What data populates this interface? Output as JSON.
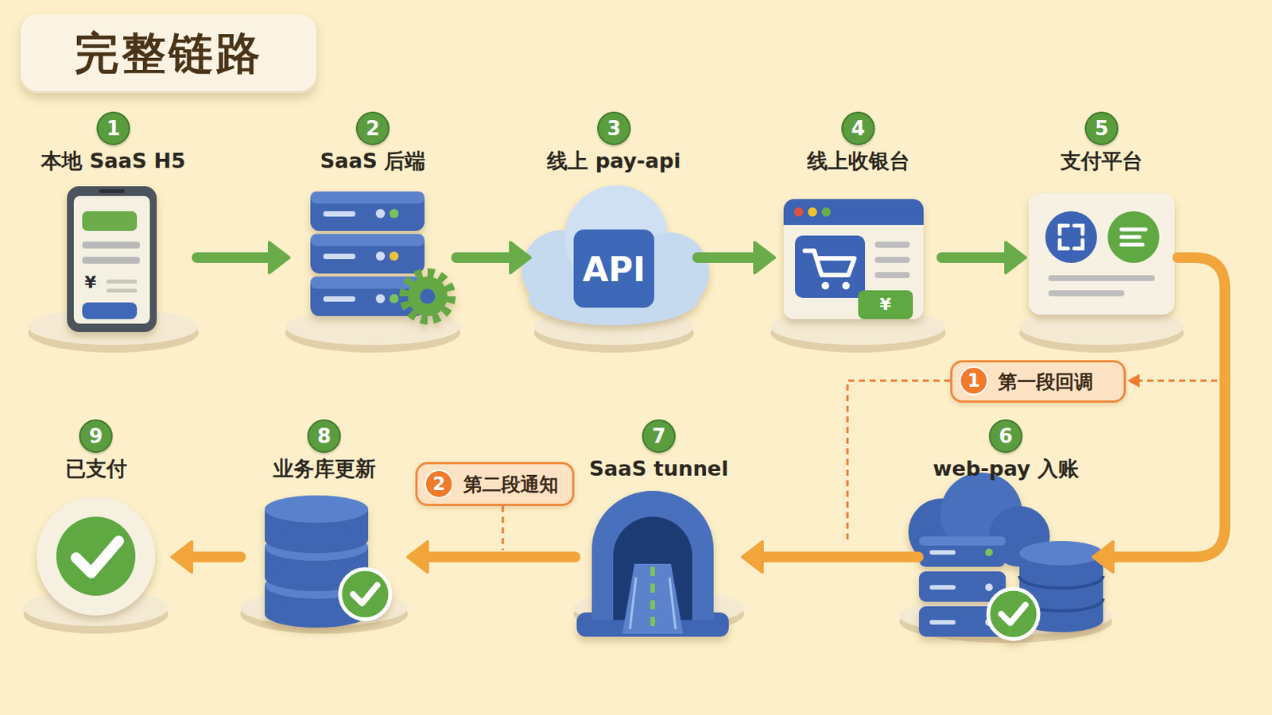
{
  "diagram": {
    "title": "完整链路",
    "nodes": [
      {
        "text": [
          "1",
          "本地 SaaS H5"
        ]
      },
      {
        "text": [
          "2",
          "SaaS 后端"
        ]
      },
      {
        "text": [
          "3",
          "线上 pay-api"
        ]
      },
      {
        "text": [
          "4",
          "线上收银台"
        ]
      },
      {
        "text": [
          "5",
          "支付平台"
        ]
      },
      {
        "text": [
          "6",
          "web-pay 入账"
        ]
      },
      {
        "text": [
          "7",
          "SaaS tunnel"
        ]
      },
      {
        "text": [
          "8",
          "业务库更新"
        ]
      },
      {
        "text": [
          "9",
          "已支付"
        ]
      }
    ],
    "edges": [
      {
        "from": 0,
        "to": 1,
        "arrow": "to"
      },
      {
        "from": 1,
        "to": 2,
        "arrow": "to"
      },
      {
        "from": 2,
        "to": 3,
        "arrow": "to"
      },
      {
        "from": 3,
        "to": 4,
        "arrow": "to"
      },
      {
        "from": 4,
        "to": 5,
        "arrow": "to",
        "label": "第一段回调"
      },
      {
        "from": 5,
        "to": 6,
        "arrow": "to"
      },
      {
        "from": 6,
        "to": 7,
        "arrow": "to",
        "label": "第二段通知"
      },
      {
        "from": 7,
        "to": 8,
        "arrow": "to"
      }
    ],
    "labels": [
      "¥",
      "API",
      "¥",
      "1",
      "2"
    ]
  }
}
